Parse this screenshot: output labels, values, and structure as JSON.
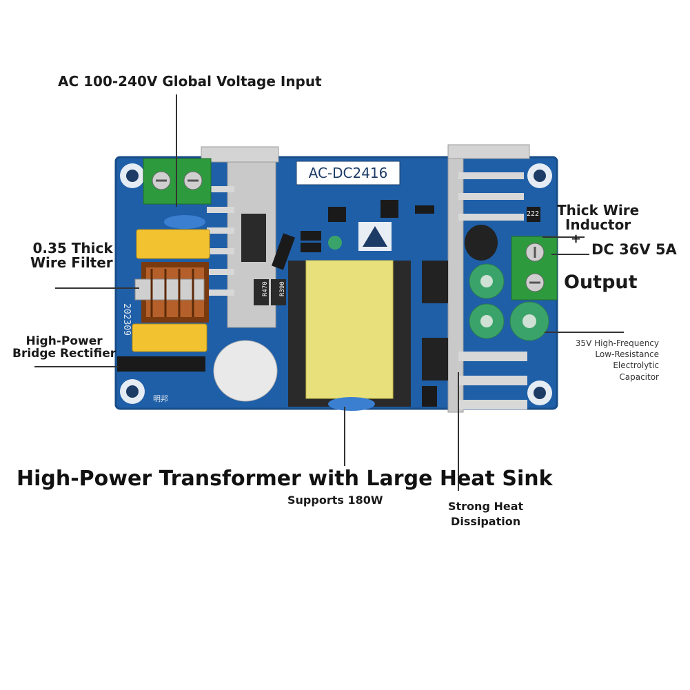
{
  "labels": {
    "ac_input": "AC 100-240V Global Voltage Input",
    "filter_l1": "0.35 Thick",
    "filter_l2": "Wire Filter",
    "bridge_l1": "High-Power",
    "bridge_l2": "Bridge Rectifier",
    "inductor_l1": "Thick Wire",
    "inductor_l2": "Inductor",
    "plus": "+",
    "dc_out": "DC 36V 5A",
    "output": "Output",
    "cap_l1": "35V High-Frequency",
    "cap_l2": "Low-Resistance",
    "cap_l3": "Electrolytic",
    "cap_l4": "Capacitor",
    "transformer": "High-Power Transformer with Large Heat Sink",
    "supports": "Supports 180W",
    "heat_l1": "Strong Heat",
    "heat_l2": "Dissipation"
  },
  "board": {
    "model": "AC-DC2416",
    "date_code": "202309",
    "inductor_code": "222",
    "resistor_1": "R470",
    "resistor_2": "R390",
    "maker_mark": "明邦"
  },
  "colors": {
    "pcb": "#1f5fa8",
    "terminal": "#2e9a3e",
    "transformer": "#e8e07a",
    "heatsink": "#c9c9c9",
    "capacitor": "#3aa36a"
  }
}
